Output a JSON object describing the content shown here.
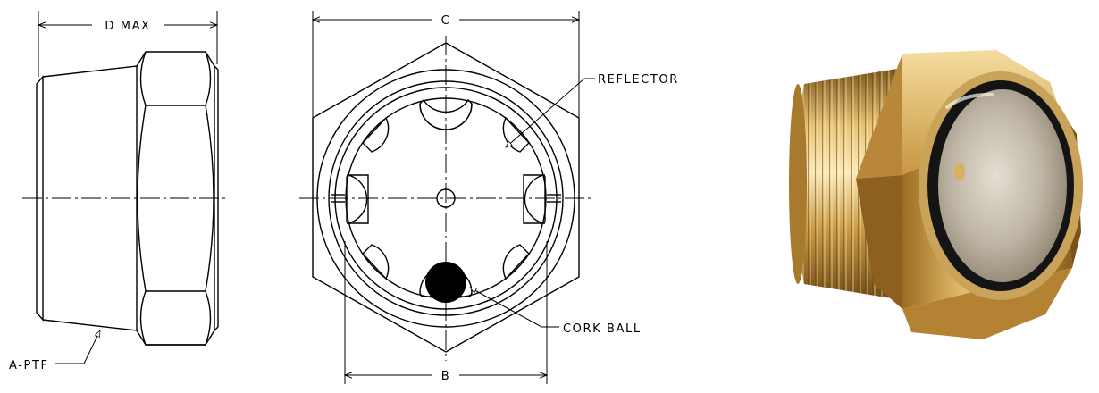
{
  "side_view": {
    "dimension_label": "D MAX",
    "thread_label": "A-PTF"
  },
  "front_view": {
    "top_dimension_label": "C",
    "bottom_dimension_label": "B",
    "callouts": {
      "reflector": "REFLECTOR",
      "cork_ball": "CORK BALL"
    }
  },
  "photo": {
    "subject": "brass sight glass fitting",
    "colors": {
      "brass_light": "#f6dfa0",
      "brass_mid": "#d7a94e",
      "brass_dark": "#8a5f1c",
      "glass": "#c9c2b4",
      "ring": "#141414"
    }
  }
}
